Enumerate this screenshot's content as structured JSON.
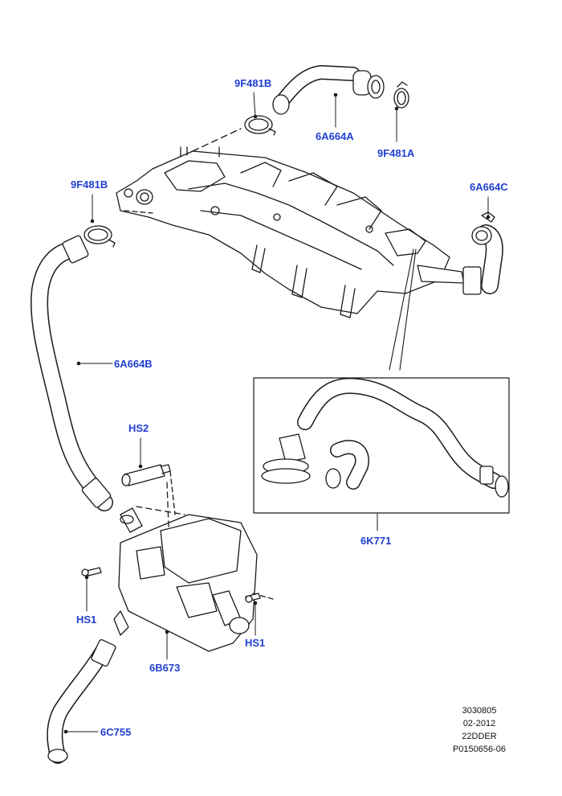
{
  "accent_color": "#1f3fd0",
  "labels": {
    "clamp_top": "9F481B",
    "hose_top": "6A664A",
    "clamp_top_right": "9F481A",
    "clamp_left": "9F481B",
    "hose_right": "6A664C",
    "hose_left_long": "6A664B",
    "sensor": "HS2",
    "kit": "6K771",
    "bolt_left": "HS1",
    "bolt_right": "HS1",
    "separator": "6B673",
    "drain_hose": "6C755"
  },
  "meta": {
    "line1": "3030805",
    "line2": "02-2012",
    "line3": "22DDER",
    "line4": "P0150656-06"
  }
}
